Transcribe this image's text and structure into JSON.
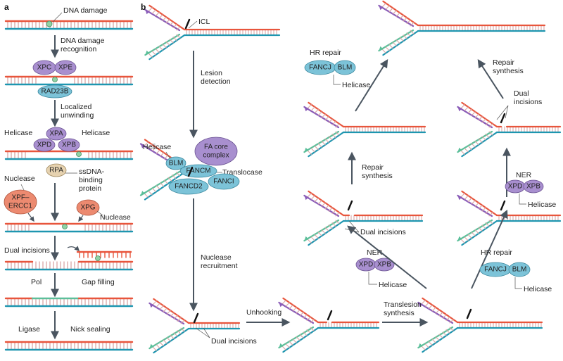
{
  "panel_labels": {
    "a": "a",
    "b": "b"
  },
  "colors": {
    "strand_red": "#e8553c",
    "strand_teal": "#1e96b0",
    "strand_purple": "#8a5cb8",
    "strand_green": "#5cbf9a",
    "rung": "#d9a6a6",
    "arrow": "#4a5560",
    "protein_purple": "#a88fcf",
    "protein_blue": "#7cc3d8",
    "protein_orange": "#ec8a70",
    "protein_tan": "#e6d2b0",
    "lesion_green": "#8fd3a5"
  },
  "panel_a": {
    "dna_damage": "DNA damage",
    "recognition_1": "DNA damage",
    "recognition_2": "recognition",
    "xpc": "XPC",
    "xpe": "XPE",
    "rad23b": "RAD23B",
    "unwinding_1": "Localized",
    "unwinding_2": "unwinding",
    "helicase_left": "Helicase",
    "helicase_right": "Helicase",
    "xpa": "XPA",
    "xpd": "XPD",
    "xpb": "XPB",
    "nuclease_left": "Nuclease",
    "rpa": "RPA",
    "ssdna_1": "ssDNA-",
    "ssdna_2": "binding",
    "ssdna_3": "protein",
    "xpf_1": "XPF–",
    "xpf_2": "ERCC1",
    "xpg": "XPG",
    "nuclease_right": "Nuclease",
    "dual_incisions": "Dual incisions",
    "pol": "Pol",
    "gap_filling": "Gap filling",
    "ligase": "Ligase",
    "nick_sealing": "Nick sealing"
  },
  "panel_b": {
    "icl": "ICL",
    "lesion_1": "Lesion",
    "lesion_2": "detection",
    "helicase": "Helicase",
    "blm": "BLM",
    "fa_1": "FA core",
    "fa_2": "complex",
    "fancm": "FANCM",
    "translocase": "Translocase",
    "fancd2": "FANCD2",
    "fanci": "FANCI",
    "nuclease_1": "Nuclease",
    "nuclease_2": "recruitment",
    "dual_incisions_bottom": "Dual incisions",
    "unhooking": "Unhooking",
    "translesion_1": "Translesion",
    "translesion_2": "synthesis",
    "hr_repair_top": "HR repair",
    "fancj_top": "FANCJ",
    "blm_top": "BLM",
    "helicase_hr_top": "Helicase",
    "repair_synth_mid_1": "Repair",
    "repair_synth_mid_2": "synthesis",
    "dual_incisions_mid": "Dual incisions",
    "ner_mid": "NER",
    "xpd_mid": "XPD",
    "xpb_mid": "XPB",
    "helicase_ner_mid": "Helicase",
    "repair_synth_right_1": "Repair",
    "repair_synth_right_2": "synthesis",
    "dual_right_1": "Dual",
    "dual_right_2": "incisions",
    "ner_right": "NER",
    "xpd_right": "XPD",
    "xpb_right": "XPB",
    "helicase_ner_right": "Helicase",
    "hr_repair_right": "HR repair",
    "fancj_right": "FANCJ",
    "blm_right": "BLM",
    "helicase_hr_right": "Helicase"
  }
}
